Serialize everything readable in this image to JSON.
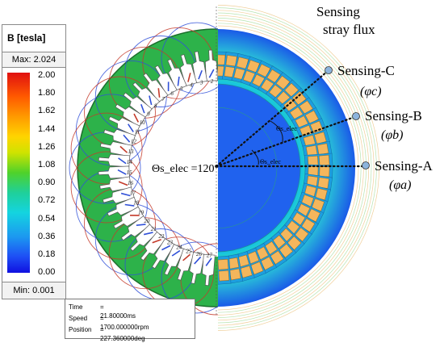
{
  "legend": {
    "title": "B [tesla]",
    "max_label": "Max: 2.024",
    "min_label": "Min: 0.001",
    "ticks": [
      "2.00",
      "1.80",
      "1.62",
      "1.44",
      "1.26",
      "1.08",
      "0.90",
      "0.72",
      "0.54",
      "0.36",
      "0.18",
      "0.00"
    ]
  },
  "status": {
    "rows": [
      {
        "key": "Time",
        "value": "= 21.80000ms"
      },
      {
        "key": "Speed",
        "value": "= 1700.000000rpm"
      },
      {
        "key": "Position",
        "value": "= 227.360000deg"
      }
    ]
  },
  "annotations": {
    "stray_flux_line1": "Sensing",
    "stray_flux_line2": "stray flux",
    "sensing_c": "Sensing-C",
    "sensing_b": "Sensing-B",
    "sensing_a": "Sensing-A",
    "phi_c": "(φc)",
    "phi_b": "(φb)",
    "phi_a": "(φa)",
    "theta_total": "Θs_elec =120°",
    "theta_elec": "Θs_elec"
  },
  "slot_numbers": [
    "1",
    "2",
    "3",
    "4",
    "5",
    "6",
    "7",
    "8",
    "9",
    "10",
    "11",
    "12",
    "13",
    "14",
    "15",
    "16",
    "17",
    "18",
    "19",
    "20",
    "21",
    "22",
    "23",
    "24",
    "25",
    "26",
    "27"
  ],
  "colors": {
    "stator_green": "#2db24a",
    "winding_blue": "#3050d8",
    "winding_red": "#c43a2a",
    "field_blue": "#1a55e8",
    "field_cyan": "#19d0d8",
    "coil_orange": "#f4b65c",
    "sensor_dot": "#8cb4dc"
  }
}
